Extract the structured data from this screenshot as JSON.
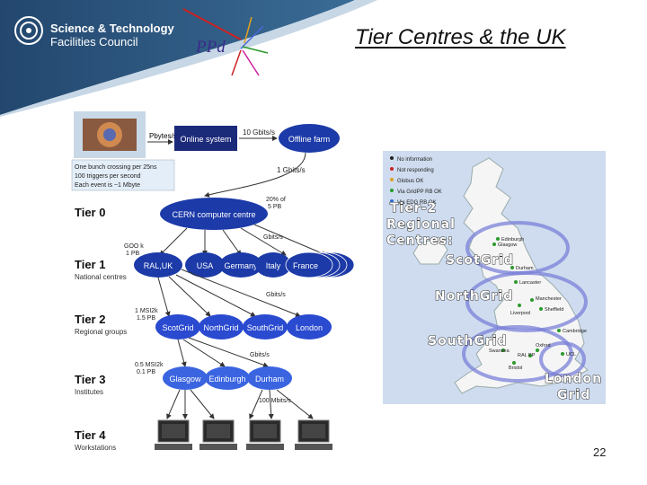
{
  "header": {
    "org_line1": "Science & Technology",
    "org_line2": "Facilities Council",
    "ppd_logo": "PPd"
  },
  "slide": {
    "title": "Tier Centres & the UK",
    "page_number": "22"
  },
  "diagram": {
    "flow": {
      "rate_1": "Pbytes/s",
      "online_system": "Online system",
      "rate_2": "10 Gbits/s",
      "offline_farm": "Offline farm",
      "note_line1": "One bunch crossing per 25ns",
      "note_line2": "100 triggers per second",
      "note_line3": "Each event is ~1 Mbyte",
      "rate_3": "1 Gbits/s",
      "rate_4_line1": "20% of",
      "rate_4_line2": "5 PB"
    },
    "tiers": [
      {
        "label": "Tier 0",
        "sub": ""
      },
      {
        "label": "Tier 1",
        "sub": "National centres"
      },
      {
        "label": "Tier 2",
        "sub": "Regional groups"
      },
      {
        "label": "Tier 3",
        "sub": "Institutes"
      },
      {
        "label": "Tier 4",
        "sub": "Workstations"
      }
    ],
    "tier0": {
      "node": "CERN computer centre",
      "rate_right": "Gbits/s"
    },
    "tier1": {
      "rate_left_line1": "GOO k",
      "rate_left_line2": "1 PB",
      "nodes": [
        "RAL,UK",
        "USA",
        "Germany",
        "Italy",
        "France"
      ],
      "rate_below": "Gbits/s"
    },
    "tier2": {
      "rate_left_line1": "1 MSI2k",
      "rate_left_line2": "1.5 PB",
      "nodes": [
        "ScotGrid",
        "NorthGrid",
        "SouthGrid",
        "London"
      ]
    },
    "tier3": {
      "rate_left_line1": "0.5 MSI2k",
      "rate_left_line2": "0.1 PB",
      "rate_above": "Gbits/s",
      "nodes": [
        "Glasgow",
        "Edinburgh",
        "Durham"
      ]
    },
    "tier4": {
      "rate_above": "100 Mbits/s"
    }
  },
  "map": {
    "legend": [
      "No information",
      "Not responding",
      "Globus OK",
      "Via GridPP RB OK",
      "Via EDG RB OK"
    ],
    "legend_colors": [
      "#222222",
      "#cc2222",
      "#e0a020",
      "#2a9a2a",
      "#2a6ad0"
    ],
    "labels": {
      "tier2_line1": "Tier-2",
      "tier2_line2": "Regional",
      "tier2_line3": "Centres:",
      "scotgrid": "ScotGrid",
      "northgrid": "NorthGrid",
      "southgrid": "SouthGrid",
      "london_line1": "London",
      "london_line2": "Grid"
    },
    "cities": [
      "Edinburgh",
      "Glasgow",
      "Durham",
      "Lancaster",
      "Manchester",
      "Liverpool",
      "Sheffield",
      "Cambridge",
      "Oxford",
      "RAL PP",
      "Swansea",
      "Bristol",
      "UCL"
    ]
  }
}
